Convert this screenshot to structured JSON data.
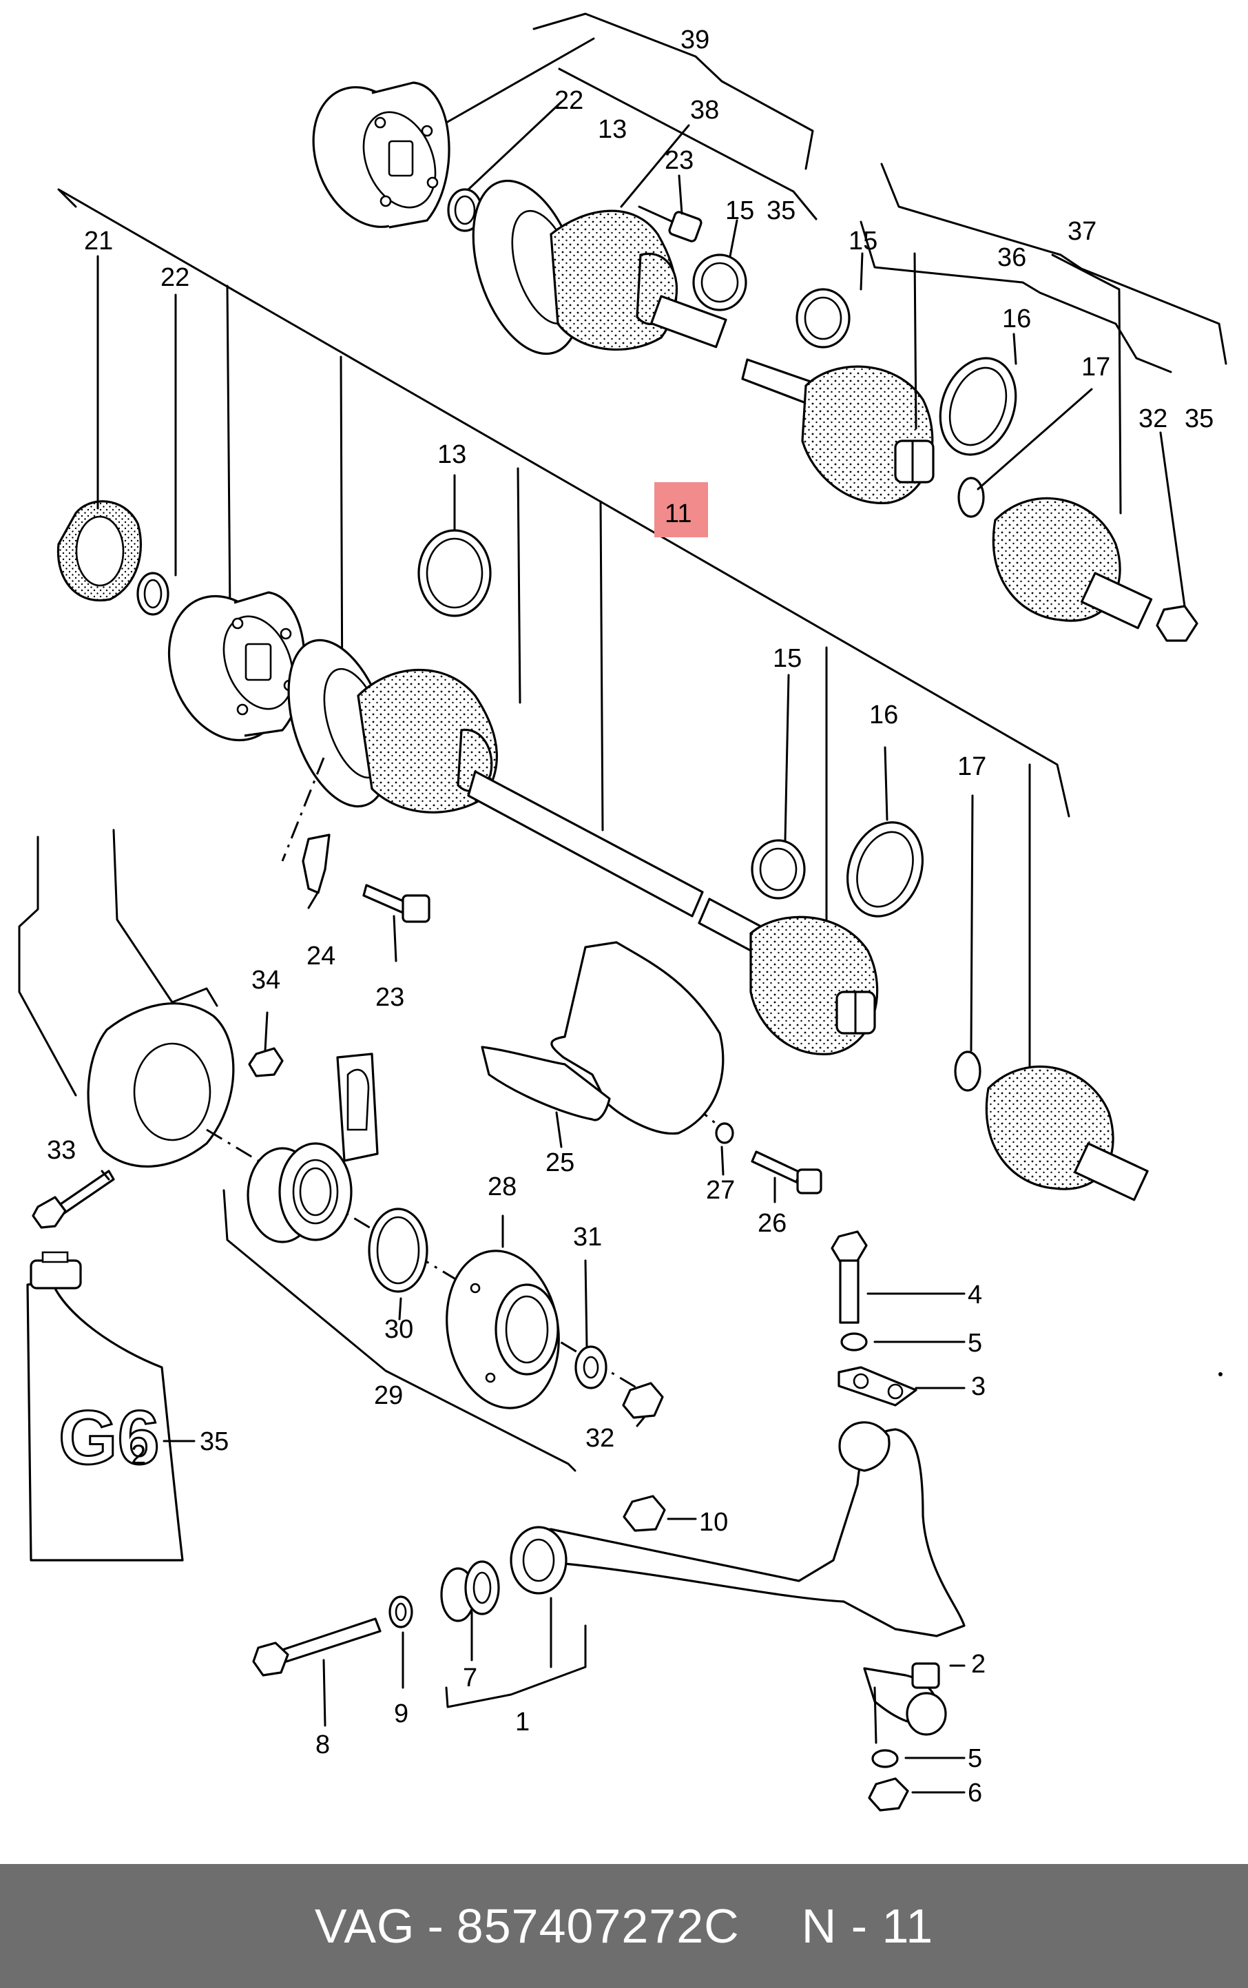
{
  "diagram": {
    "highlight_color": "#f28b8b",
    "callouts": [
      {
        "id": "c39",
        "label": "39"
      },
      {
        "id": "c22a",
        "label": "22"
      },
      {
        "id": "c13a",
        "label": "13"
      },
      {
        "id": "c38",
        "label": "38"
      },
      {
        "id": "c23a",
        "label": "23"
      },
      {
        "id": "c15a",
        "label": "15"
      },
      {
        "id": "c35a",
        "label": "35"
      },
      {
        "id": "c21",
        "label": "21"
      },
      {
        "id": "c22b",
        "label": "22"
      },
      {
        "id": "c15b",
        "label": "15"
      },
      {
        "id": "c37",
        "label": "37"
      },
      {
        "id": "c36",
        "label": "36"
      },
      {
        "id": "c16a",
        "label": "16"
      },
      {
        "id": "c17a",
        "label": "17"
      },
      {
        "id": "c32a",
        "label": "32"
      },
      {
        "id": "c35b",
        "label": "35"
      },
      {
        "id": "c13b",
        "label": "13"
      },
      {
        "id": "c11",
        "label": "11"
      },
      {
        "id": "c15c",
        "label": "15"
      },
      {
        "id": "c16b",
        "label": "16"
      },
      {
        "id": "c17b",
        "label": "17"
      },
      {
        "id": "c24",
        "label": "24"
      },
      {
        "id": "c23b",
        "label": "23"
      },
      {
        "id": "c34",
        "label": "34"
      },
      {
        "id": "c25",
        "label": "25"
      },
      {
        "id": "c27",
        "label": "27"
      },
      {
        "id": "c26",
        "label": "26"
      },
      {
        "id": "c33",
        "label": "33"
      },
      {
        "id": "c28",
        "label": "28"
      },
      {
        "id": "c31",
        "label": "31"
      },
      {
        "id": "c30",
        "label": "30"
      },
      {
        "id": "c29",
        "label": "29"
      },
      {
        "id": "c32b",
        "label": "32"
      },
      {
        "id": "c35c",
        "label": "35"
      },
      {
        "id": "c4",
        "label": "4"
      },
      {
        "id": "c5a",
        "label": "5"
      },
      {
        "id": "c3",
        "label": "3"
      },
      {
        "id": "c10",
        "label": "10"
      },
      {
        "id": "c2",
        "label": "2"
      },
      {
        "id": "c5b",
        "label": "5"
      },
      {
        "id": "c6",
        "label": "6"
      },
      {
        "id": "c8",
        "label": "8"
      },
      {
        "id": "c9",
        "label": "9"
      },
      {
        "id": "c7",
        "label": "7"
      },
      {
        "id": "c1",
        "label": "1"
      }
    ],
    "tube_label_main": "G6",
    "tube_label_sub": "2"
  },
  "footer": {
    "brand": "VAG",
    "dash": "-",
    "part_number": "857407272C",
    "page": "N - 11",
    "background": "#6e6e6e"
  }
}
